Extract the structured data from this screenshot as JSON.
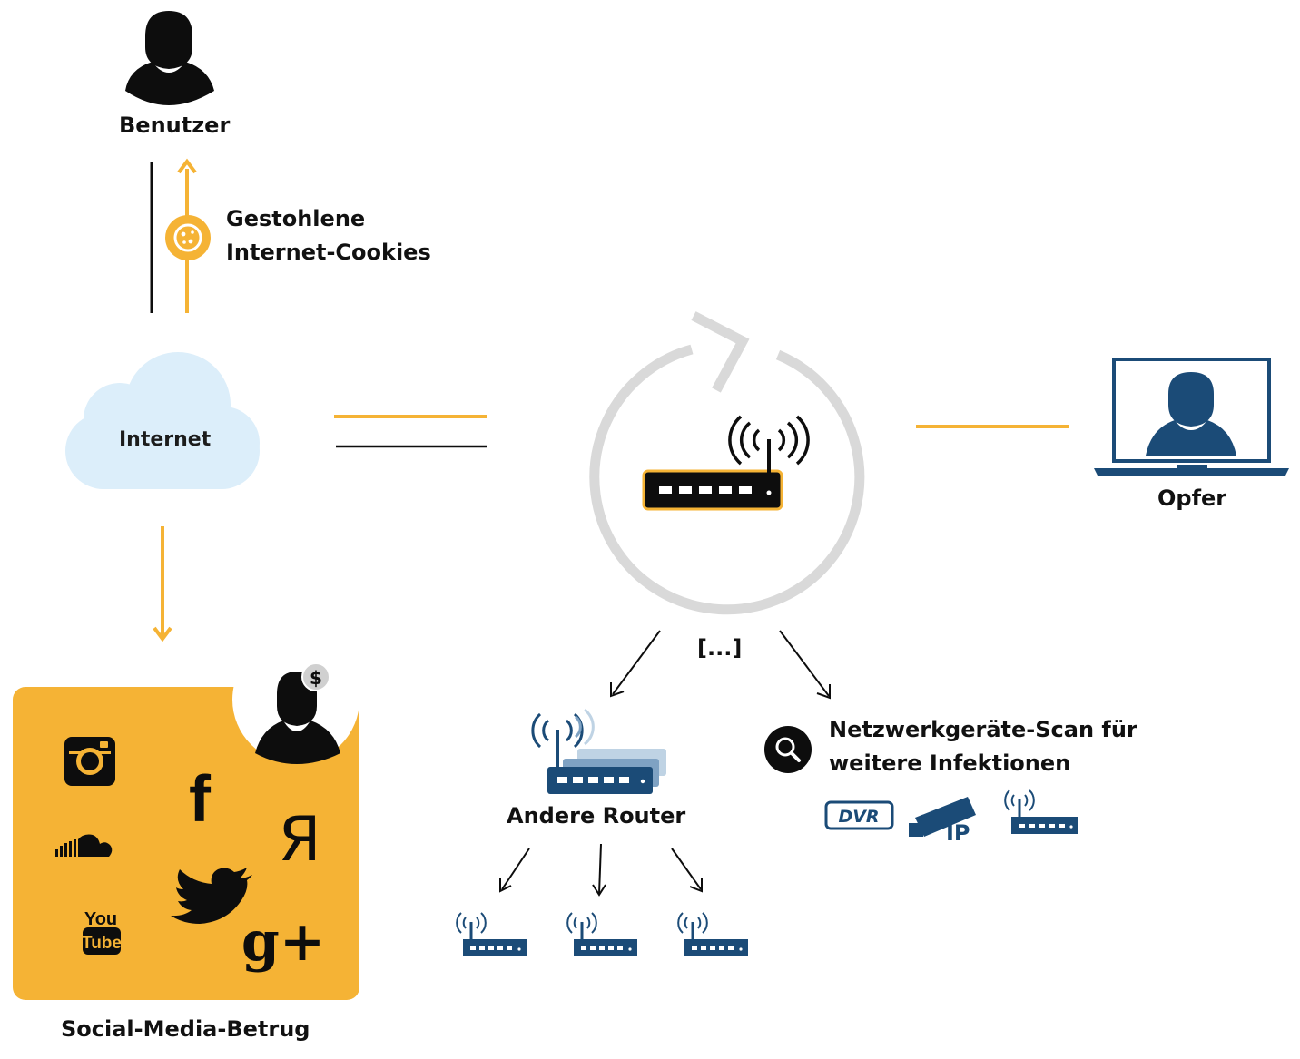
{
  "labels": {
    "benutzer": "Benutzer",
    "cookies_line1": "Gestohlene",
    "cookies_line2": "Internet-Cookies",
    "internet": "Internet",
    "opfer": "Opfer",
    "ellipsis": "[...]",
    "andere_router": "Andere Router",
    "scan_line1": "Netzwerkgeräte-Scan für",
    "scan_line2": "weitere Infektionen",
    "dvr": "DVR",
    "ip": "IP",
    "social_media": "Social-Media-Betrug",
    "dollar": "$",
    "youtube_you": "You",
    "youtube_tube": "Tube",
    "yandex": "Я",
    "facebook": "f",
    "gplus": "g+"
  },
  "colors": {
    "accent": "#F5B335",
    "dark_blue": "#1B4B77",
    "gray_ring": "#D9D9D9",
    "light_cloud": "#DCEEFA",
    "black": "#0d0d0d"
  },
  "icons": [
    "person-icon",
    "cookie-icon",
    "cloud-icon",
    "refresh-ring-icon",
    "router-icon",
    "laptop-icon",
    "magnifier-icon",
    "dvr-icon",
    "ip-camera-icon",
    "instagram-icon",
    "facebook-icon",
    "soundcloud-icon",
    "twitter-icon",
    "youtube-icon",
    "yandex-icon",
    "google-plus-icon",
    "dollar-icon"
  ]
}
